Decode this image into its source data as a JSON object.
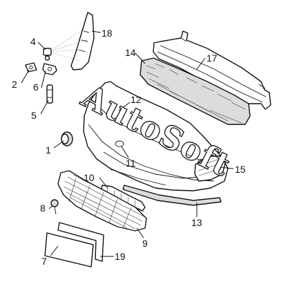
{
  "diagram": {
    "watermark": "AutoSoft",
    "callouts": [
      {
        "id": "1",
        "text": "1"
      },
      {
        "id": "2",
        "text": "2"
      },
      {
        "id": "4",
        "text": "4"
      },
      {
        "id": "5",
        "text": "5"
      },
      {
        "id": "6",
        "text": "6"
      },
      {
        "id": "7",
        "text": "7"
      },
      {
        "id": "8",
        "text": "8"
      },
      {
        "id": "9",
        "text": "9"
      },
      {
        "id": "10",
        "text": "10"
      },
      {
        "id": "11",
        "text": "11"
      },
      {
        "id": "12",
        "text": "12"
      },
      {
        "id": "13",
        "text": "13"
      },
      {
        "id": "14",
        "text": "14"
      },
      {
        "id": "15",
        "text": "15"
      },
      {
        "id": "17",
        "text": "17"
      },
      {
        "id": "18",
        "text": "18"
      },
      {
        "id": "19",
        "text": "19"
      }
    ]
  }
}
